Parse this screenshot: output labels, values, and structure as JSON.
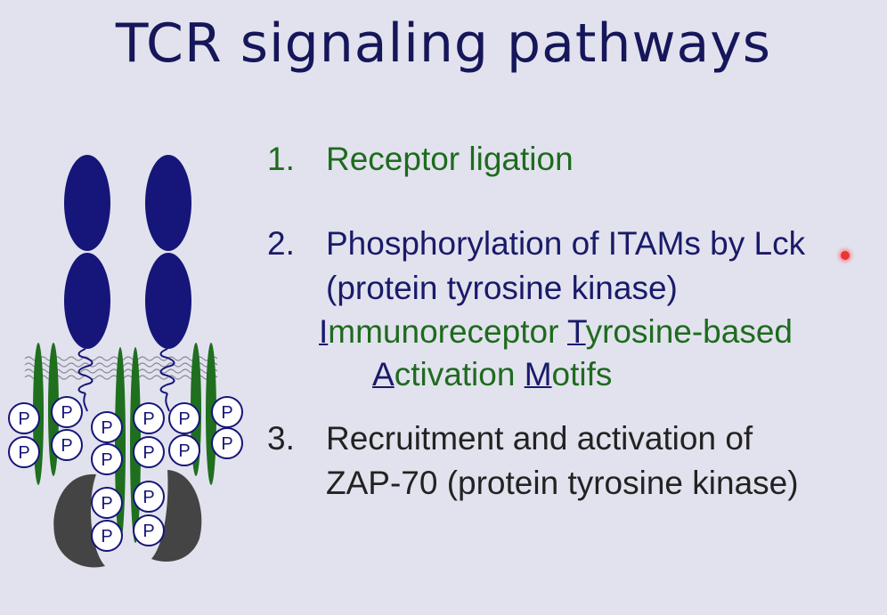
{
  "title": "TCR signaling pathways",
  "items": [
    {
      "num": "1.",
      "lines": [
        "Receptor ligation"
      ]
    },
    {
      "num": "2.",
      "lines": [
        "Phosphorylation of ITAMs by Lck",
        "(protein tyrosine kinase)"
      ]
    },
    {
      "num": "3.",
      "lines": [
        "Recruitment and activation of",
        "ZAP-70 (protein tyrosine kinase)"
      ]
    }
  ],
  "itam": {
    "w1_initial": "I",
    "w1_rest": "mmunoreceptor",
    "w2_initial": "T",
    "w2_rest": "yrosine-based",
    "w3_initial": "A",
    "w3_rest": "ctivation",
    "w4_initial": "M",
    "w4_rest": "otifs"
  },
  "phospho_label": "P",
  "colors": {
    "title": "#16165a",
    "green": "#1e6b1e",
    "navy": "#1a1a6a",
    "receptor": "#15157a",
    "membrane_helix": "#1f6f1f",
    "zap70": "#444444"
  }
}
